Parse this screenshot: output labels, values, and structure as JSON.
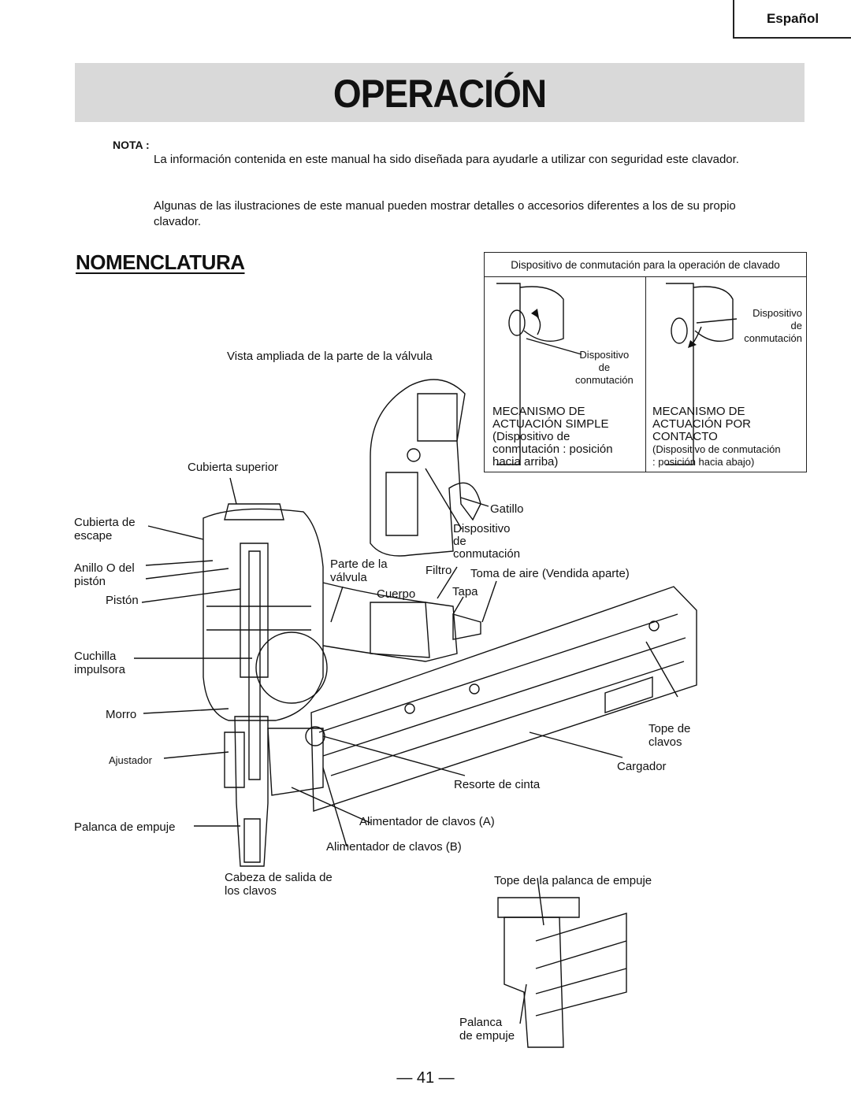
{
  "language_tab": "Español",
  "title": "OPERACIÓN",
  "note": {
    "label": "NOTA :",
    "p1": "La información contenida en este manual ha sido diseñada para ayudarle a utilizar con seguridad este clavador.",
    "p2": "Algunas de las ilustraciones de este manual pueden mostrar detalles o accesorios diferentes a los de su propio clavador."
  },
  "section_title": "NOMENCLATURA",
  "switch_box": {
    "header": "Dispositivo de conmutación para la operación de clavado",
    "left_label": "Dispositivo\nde\nconmutación",
    "right_label": "Dispositivo\nde\nconmutación",
    "left_caption_title": "MECANISMO DE\nACTUACIÓN SIMPLE",
    "left_caption_text": "(Dispositivo de\nconmutación : posición\nhacia arriba)",
    "right_caption_title": "MECANISMO DE\nACTUACIÓN POR\nCONTACTO",
    "right_caption_text": "(Dispositivo de conmutación\n: posición hacia abajo)"
  },
  "labels": {
    "vista": "Vista ampliada de la parte de la válvula",
    "cubierta_superior": "Cubierta superior",
    "cubierta_escape": "Cubierta de\nescape",
    "anillo": "Anillo O del\npistón",
    "piston": "Pistón",
    "cuchilla": "Cuchilla\nimpulsora",
    "morro": "Morro",
    "ajustador": "Ajustador",
    "palanca_empuje": "Palanca de empuje",
    "cabeza": "Cabeza de salida de\nlos clavos",
    "gatillo": "Gatillo",
    "dispositivo": "Dispositivo\nde\nconmutación",
    "parte_valvula": "Parte de la\nválvula",
    "filtro": "Filtro",
    "toma_aire": "Toma de aire (Vendida aparte)",
    "cuerpo": "Cuerpo",
    "tapa": "Tapa",
    "tope_clavos": "Tope de\nclavos",
    "cargador": "Cargador",
    "resorte": "Resorte de cinta",
    "alim_a": "Alimentador de clavos (A)",
    "alim_b": "Alimentador de clavos (B)",
    "tope_palanca": "Tope de la palanca de empuje",
    "palanca2": "Palanca\nde empuje"
  },
  "page_number": "— 41 —"
}
